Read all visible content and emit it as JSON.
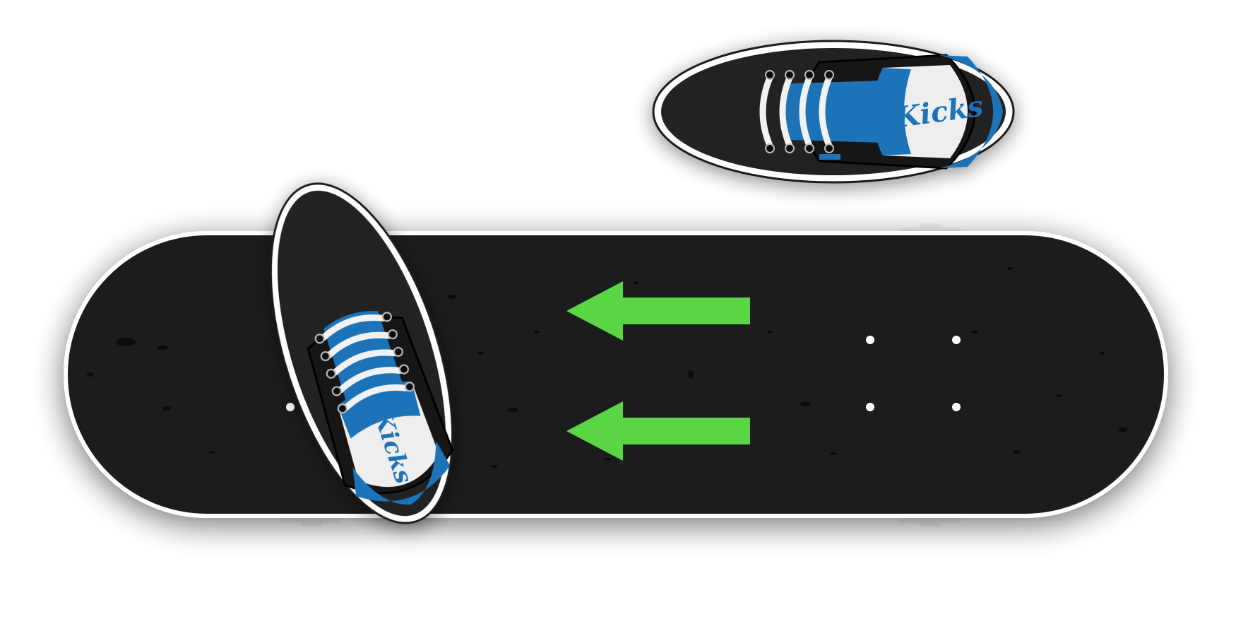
{
  "scene": {
    "background": "#ffffff",
    "deck_color": "#1c1c1c",
    "deck_edge_color": "#ffffff",
    "arrow_color": "#5ad645",
    "shoe_body_color": "#222222",
    "shoe_accent_color": "#1e73b8",
    "lace_color": "#f2f2f2",
    "arrows": [
      {
        "direction": "left",
        "icon": "left-arrow-icon"
      },
      {
        "direction": "left",
        "icon": "left-arrow-icon"
      }
    ]
  },
  "shoes": {
    "on_board": {
      "brand": "Kicks",
      "state": "on-board"
    },
    "off_board": {
      "brand": "Kicks",
      "state": "off-board"
    }
  }
}
